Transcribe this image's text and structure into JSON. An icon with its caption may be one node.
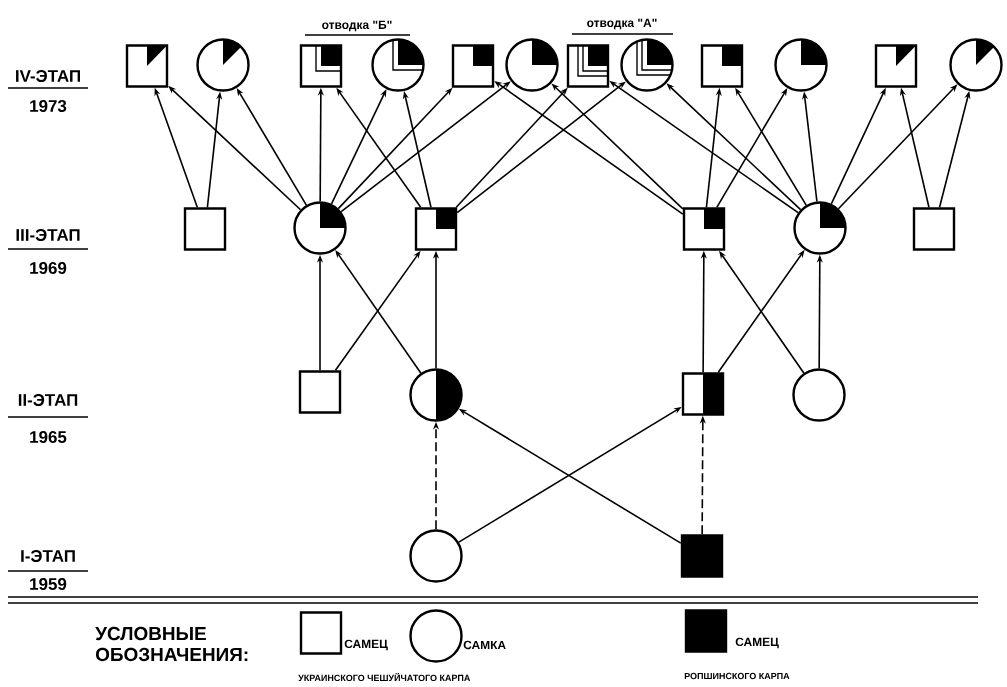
{
  "diagram": {
    "nodes": [
      {
        "text": [],
        "shape": "box"
      },
      {
        "text": [],
        "shape": "circle"
      },
      {
        "text": [],
        "shape": "box"
      },
      {
        "text": [],
        "shape": "circle"
      },
      {
        "text": [],
        "shape": "box"
      },
      {
        "text": [],
        "shape": "circle"
      },
      {
        "text": [],
        "shape": "box"
      },
      {
        "text": [],
        "shape": "circle"
      },
      {
        "text": [],
        "shape": "box"
      },
      {
        "text": [],
        "shape": "circle"
      },
      {
        "text": [],
        "shape": "box"
      },
      {
        "text": [],
        "shape": "circle"
      },
      {
        "text": [],
        "shape": "box"
      },
      {
        "text": [],
        "shape": "circle"
      },
      {
        "text": [],
        "shape": "box"
      },
      {
        "text": [],
        "shape": "box"
      },
      {
        "text": [],
        "shape": "circle"
      },
      {
        "text": [],
        "shape": "box"
      },
      {
        "text": [],
        "shape": "box"
      },
      {
        "text": [],
        "shape": "circle"
      },
      {
        "text": [],
        "shape": "box"
      },
      {
        "text": [],
        "shape": "circle"
      },
      {
        "text": [],
        "shape": "circle"
      },
      {
        "text": [],
        "shape": "box"
      }
    ],
    "edges": [
      {
        "from": 12,
        "to": 0,
        "arrow": "to"
      },
      {
        "from": 13,
        "to": 0,
        "arrow": "to"
      },
      {
        "from": 12,
        "to": 1,
        "arrow": "to"
      },
      {
        "from": 13,
        "to": 1,
        "arrow": "to"
      },
      {
        "from": 13,
        "to": 2,
        "arrow": "to"
      },
      {
        "from": 14,
        "to": 2,
        "arrow": "to"
      },
      {
        "from": 13,
        "to": 3,
        "arrow": "to"
      },
      {
        "from": 14,
        "to": 3,
        "arrow": "to"
      },
      {
        "from": 13,
        "to": 4,
        "arrow": "to"
      },
      {
        "from": 15,
        "to": 4,
        "arrow": "to"
      },
      {
        "from": 13,
        "to": 5,
        "arrow": "to"
      },
      {
        "from": 15,
        "to": 5,
        "arrow": "to"
      },
      {
        "from": 14,
        "to": 6,
        "arrow": "to"
      },
      {
        "from": 16,
        "to": 6,
        "arrow": "to"
      },
      {
        "from": 14,
        "to": 7,
        "arrow": "to"
      },
      {
        "from": 16,
        "to": 7,
        "arrow": "to"
      },
      {
        "from": 15,
        "to": 8,
        "arrow": "to"
      },
      {
        "from": 16,
        "to": 8,
        "arrow": "to"
      },
      {
        "from": 15,
        "to": 9,
        "arrow": "to"
      },
      {
        "from": 16,
        "to": 9,
        "arrow": "to"
      },
      {
        "from": 16,
        "to": 10,
        "arrow": "to"
      },
      {
        "from": 17,
        "to": 10,
        "arrow": "to"
      },
      {
        "from": 16,
        "to": 11,
        "arrow": "to"
      },
      {
        "from": 17,
        "to": 11,
        "arrow": "to"
      },
      {
        "from": 18,
        "to": 13,
        "arrow": "to"
      },
      {
        "from": 19,
        "to": 13,
        "arrow": "to"
      },
      {
        "from": 18,
        "to": 14,
        "arrow": "to"
      },
      {
        "from": 19,
        "to": 14,
        "arrow": "to"
      },
      {
        "from": 20,
        "to": 15,
        "arrow": "to"
      },
      {
        "from": 21,
        "to": 15,
        "arrow": "to"
      },
      {
        "from": 20,
        "to": 16,
        "arrow": "to"
      },
      {
        "from": 21,
        "to": 16,
        "arrow": "to"
      },
      {
        "from": 22,
        "to": 19,
        "arrow": "to",
        "style": "dashed"
      },
      {
        "from": 23,
        "to": 19,
        "arrow": "to"
      },
      {
        "from": 22,
        "to": 20,
        "arrow": "to"
      },
      {
        "from": 23,
        "to": 20,
        "arrow": "to",
        "style": "dashed"
      }
    ],
    "labels": [
      "отводка \"Б\"",
      "отводка \"А\"",
      "IV-ЭТАП",
      "1973",
      "III-ЭТАП",
      "1969",
      "II-ЭТАП",
      "1965",
      "I-ЭТАП",
      "1959",
      "УСЛОВНЫЕ ОБОЗНАЧЕНИЯ:",
      "УКРАИНСКОГО ЧЕШУЙЧАТОГО КАРПА",
      "РОПШИНСКОГО КАРПА"
    ],
    "legend": [
      {
        "text": "САМЕЦ"
      },
      {
        "text": "САМКА"
      },
      {
        "text": "САМЕЦ",
        "color": "#000000"
      }
    ]
  }
}
